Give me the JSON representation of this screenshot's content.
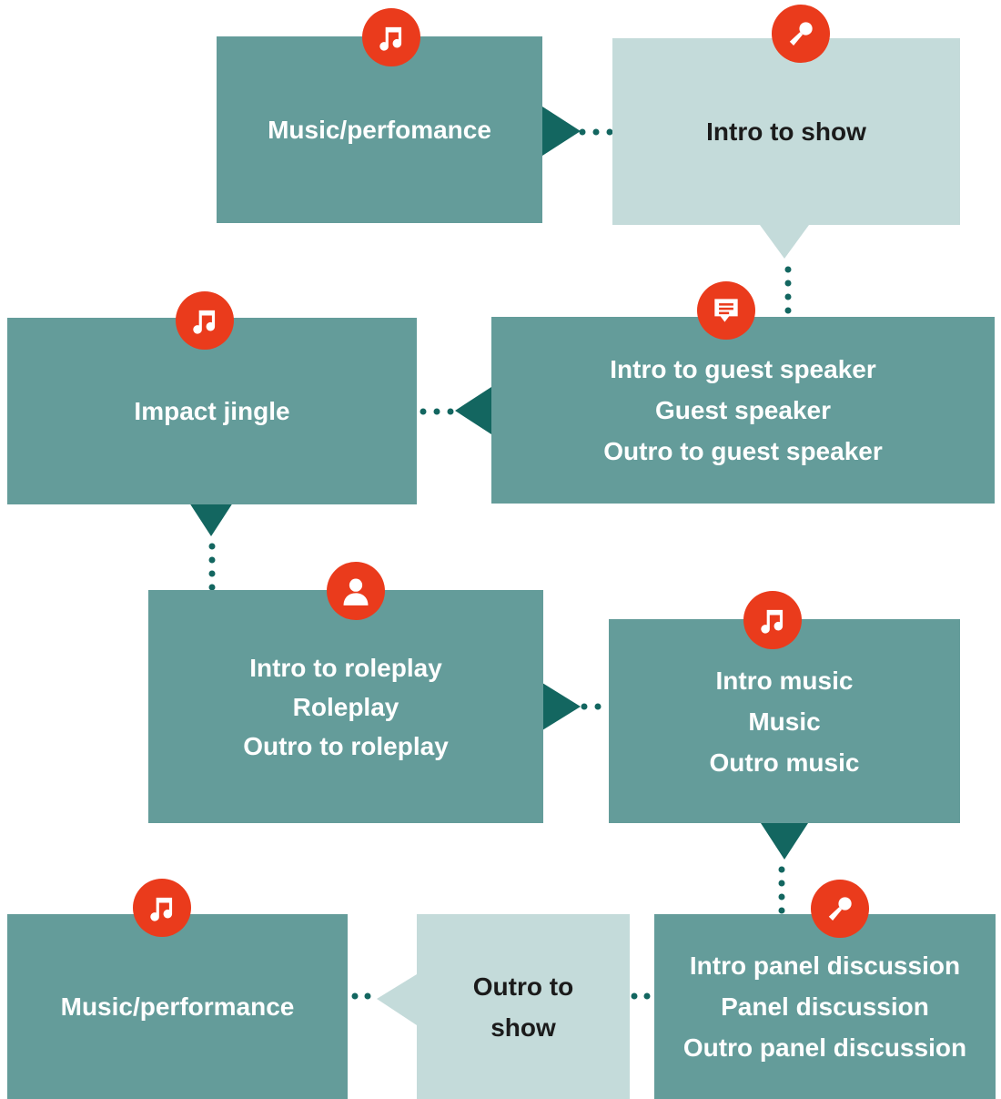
{
  "colors": {
    "box": "#649c9a",
    "box_light": "#c4dbda",
    "arrow": "#136660",
    "icon_bg": "#ea3b1c"
  },
  "steps": [
    {
      "lines": [
        "Music/perfomance"
      ],
      "icon": "music-note-icon"
    },
    {
      "lines": [
        "Intro to show"
      ],
      "icon": "microphone-icon"
    },
    {
      "lines": [
        "Intro to guest speaker",
        "Guest speaker",
        "Outro to guest speaker"
      ],
      "icon": "speech-bubble-icon"
    },
    {
      "lines": [
        "Impact jingle"
      ],
      "icon": "music-note-icon"
    },
    {
      "lines": [
        "Intro to roleplay",
        "Roleplay",
        "Outro to roleplay"
      ],
      "icon": "person-icon"
    },
    {
      "lines": [
        "Intro music",
        "Music",
        "Outro music"
      ],
      "icon": "music-note-icon"
    },
    {
      "lines": [
        "Intro panel discussion",
        "Panel discussion",
        "Outro panel discussion"
      ],
      "icon": "microphone-icon"
    },
    {
      "lines": [
        "Outro to",
        "show"
      ]
    },
    {
      "lines": [
        "Music/performance"
      ],
      "icon": "music-note-icon"
    }
  ]
}
